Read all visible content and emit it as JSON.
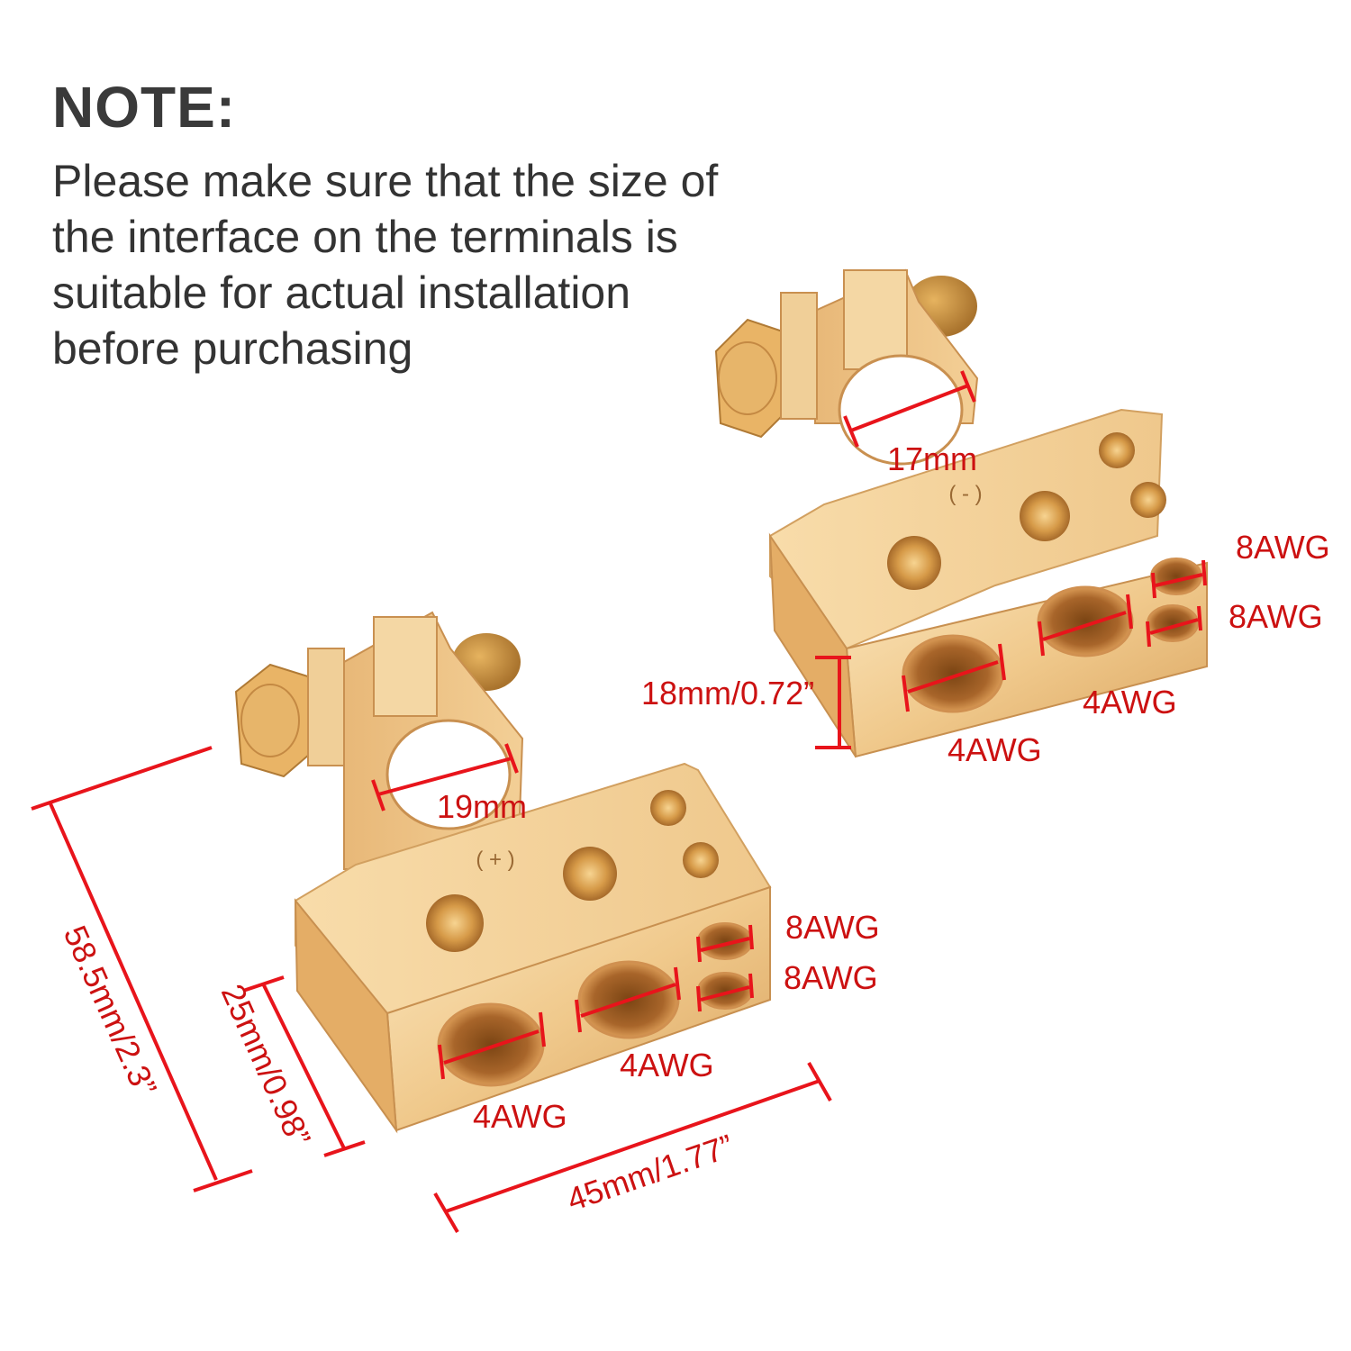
{
  "note": {
    "title": "NOTE:",
    "lines": [
      "Please make sure that the size of",
      "the interface on the terminals is",
      "suitable for actual installation",
      "before purchasing"
    ]
  },
  "colors": {
    "dimension": "#e8141b",
    "gold_light": "#f6d9a8",
    "gold_mid": "#e0b073",
    "gold_dark": "#b57a3a"
  },
  "terminal_negative": {
    "polarity": "( - )",
    "clamp_diameter": "17mm",
    "height": "18mm/0.72”",
    "port_large_1": "4AWG",
    "port_large_2": "4AWG",
    "port_small_1": "8AWG",
    "port_small_2": "8AWG"
  },
  "terminal_positive": {
    "polarity": "( + )",
    "clamp_diameter": "19mm",
    "total_height": "58.5mm/2.3”",
    "height": "25mm/0.98”",
    "width": "45mm/1.77”",
    "port_large_1": "4AWG",
    "port_large_2": "4AWG",
    "port_small_1": "8AWG",
    "port_small_2": "8AWG"
  }
}
